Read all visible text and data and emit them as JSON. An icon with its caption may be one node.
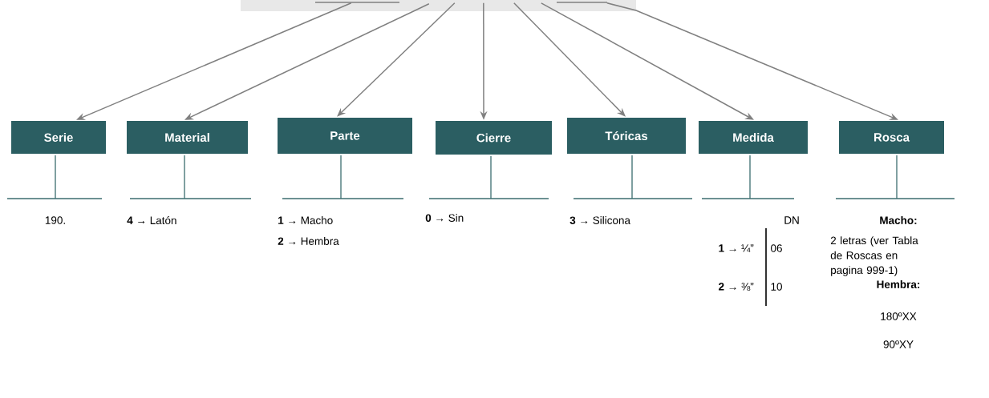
{
  "diagram": {
    "nodes": [
      {
        "text": [],
        "shape": "box"
      },
      {
        "text": [
          "Serie"
        ]
      },
      {
        "text": [
          "Material"
        ]
      },
      {
        "text": [
          "Parte"
        ]
      },
      {
        "text": [
          "Cierre"
        ]
      },
      {
        "text": [
          "Tóricas"
        ]
      },
      {
        "text": [
          "Medida"
        ]
      },
      {
        "text": [
          "Rosca"
        ]
      }
    ],
    "edges": [
      {
        "from": 0,
        "to": 1,
        "arrow": "to"
      },
      {
        "from": 0,
        "to": 2,
        "arrow": "to"
      },
      {
        "from": 0,
        "to": 3,
        "arrow": "to"
      },
      {
        "from": 0,
        "to": 4,
        "arrow": "to"
      },
      {
        "from": 0,
        "to": 5,
        "arrow": "to"
      },
      {
        "from": 0,
        "to": 6,
        "arrow": "to"
      },
      {
        "from": 0,
        "to": 7,
        "arrow": "to"
      }
    ],
    "labels": [
      "190.",
      "**4** → Latón",
      "**1** → Macho",
      "**2** → Hembra",
      "**0** → Sin",
      "**3** → Silicona",
      "DN",
      "**1** → ¼”",
      "06",
      "**2** → ⅜”",
      "10",
      "Macho:",
      "2 letras (ver Tabla de Roscas en pagina 999-1)",
      "Hembra:",
      "180ºXX",
      "90ºXY"
    ]
  }
}
